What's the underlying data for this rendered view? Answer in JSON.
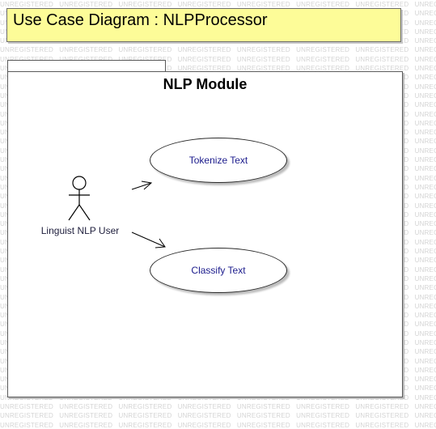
{
  "diagram": {
    "title": "Use Case Diagram : NLPProcessor",
    "package_name": "NLP Module",
    "actor": {
      "name": "Linguist NLP User",
      "icon": "stick-figure-actor"
    },
    "use_cases": [
      {
        "label": "Tokenize Text"
      },
      {
        "label": "Classify Text"
      }
    ],
    "associations": [
      {
        "from": "Linguist NLP User",
        "to": "Tokenize Text",
        "arrow": "open"
      },
      {
        "from": "Linguist NLP User",
        "to": "Classify Text",
        "arrow": "open"
      }
    ],
    "watermark_text": "UNREGISTERED",
    "colors": {
      "title_fill": "#fdfc98",
      "use_case_text": "#1b1b8c",
      "watermark": "#d4d4d4"
    }
  }
}
